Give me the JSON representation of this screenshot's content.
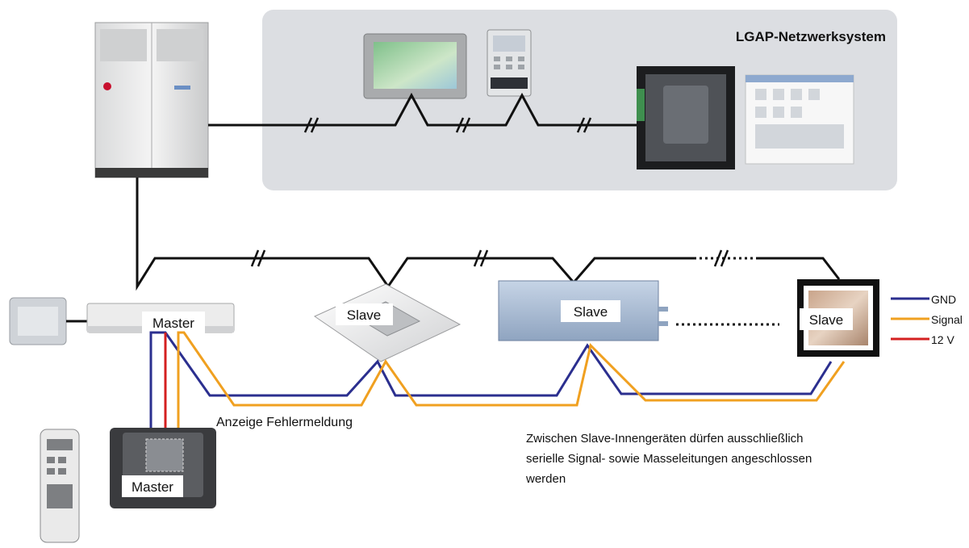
{
  "network_title": "LGAP-Netzwerksystem",
  "labels": {
    "master_indoor": "Master",
    "slave_cassette": "Slave",
    "slave_duct": "Slave",
    "slave_panel": "Slave",
    "master_remote": "Master",
    "error_display": "Anzeige Fehlermeldung",
    "note": [
      "Zwischen Slave-Innengeräten dürfen ausschließlich",
      "serielle Signal- sowie Masseleitungen angeschlossen",
      "werden"
    ]
  },
  "legend": [
    {
      "label": "GND",
      "color": "#2b2f8f"
    },
    {
      "label": "Signal",
      "color": "#f0a020"
    },
    {
      "label": "12 V",
      "color": "#d42020"
    }
  ],
  "colors": {
    "gnd": "#2b2f8f",
    "signal": "#f0a020",
    "v12": "#d42020",
    "network_bg": "#dcdee2",
    "brand_red": "#c8102e"
  }
}
